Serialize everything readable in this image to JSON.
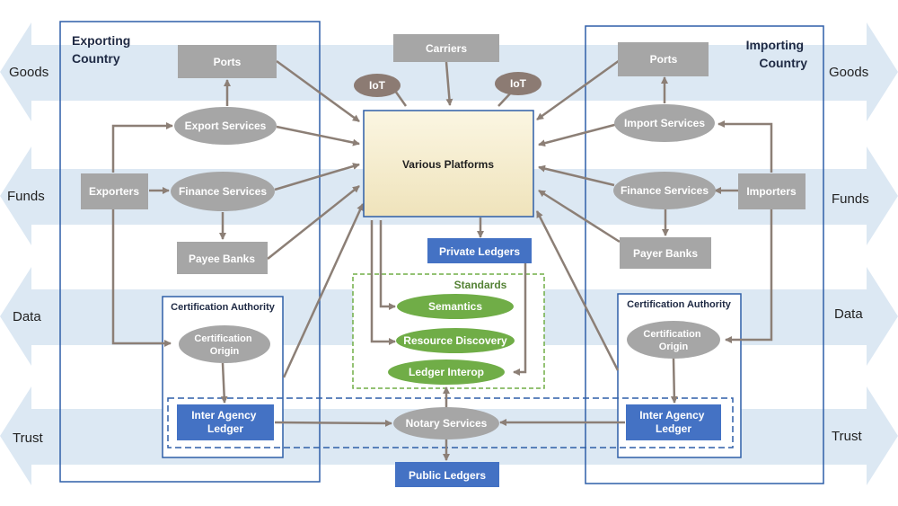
{
  "bands": {
    "goods": "Goods",
    "funds": "Funds",
    "data": "Data",
    "trust": "Trust"
  },
  "regions": {
    "exporting": [
      "Exporting",
      "Country"
    ],
    "importing": [
      "Importing",
      "Country"
    ]
  },
  "nodes": {
    "ports_left": "Ports",
    "ports_right": "Ports",
    "carriers": "Carriers",
    "iot_left": "IoT",
    "iot_right": "IoT",
    "export_services": "Export Services",
    "import_services": "Import Services",
    "exporters": "Exporters",
    "importers": "Importers",
    "finance_left": "Finance Services",
    "finance_right": "Finance Services",
    "payee_banks": "Payee Banks",
    "payer_banks": "Payer Banks",
    "various_platforms": "Various Platforms",
    "private_ledgers": "Private Ledgers",
    "standards": "Standards",
    "semantics": "Semantics",
    "resource_discovery": "Resource Discovery",
    "ledger_interop": "Ledger Interop",
    "cert_authority_left": "Certification Authority",
    "cert_authority_right": "Certification Authority",
    "cert_origin_left": [
      "Certification",
      "Origin"
    ],
    "cert_origin_right": [
      "Certification",
      "Origin"
    ],
    "inter_agency_left": [
      "Inter Agency",
      "Ledger"
    ],
    "inter_agency_right": [
      "Inter Agency",
      "Ledger"
    ],
    "notary_services": "Notary Services",
    "public_ledgers": "Public Ledgers"
  },
  "colors": {
    "band": "#dce8f3",
    "gray_node": "#a6a6a6",
    "iot_node": "#8c7b73",
    "blue_node": "#4472c4",
    "green_node": "#70ad47",
    "platform_fill": "#f5ecc8",
    "arrow": "#8c7f76",
    "border": "#2e5fa8"
  }
}
